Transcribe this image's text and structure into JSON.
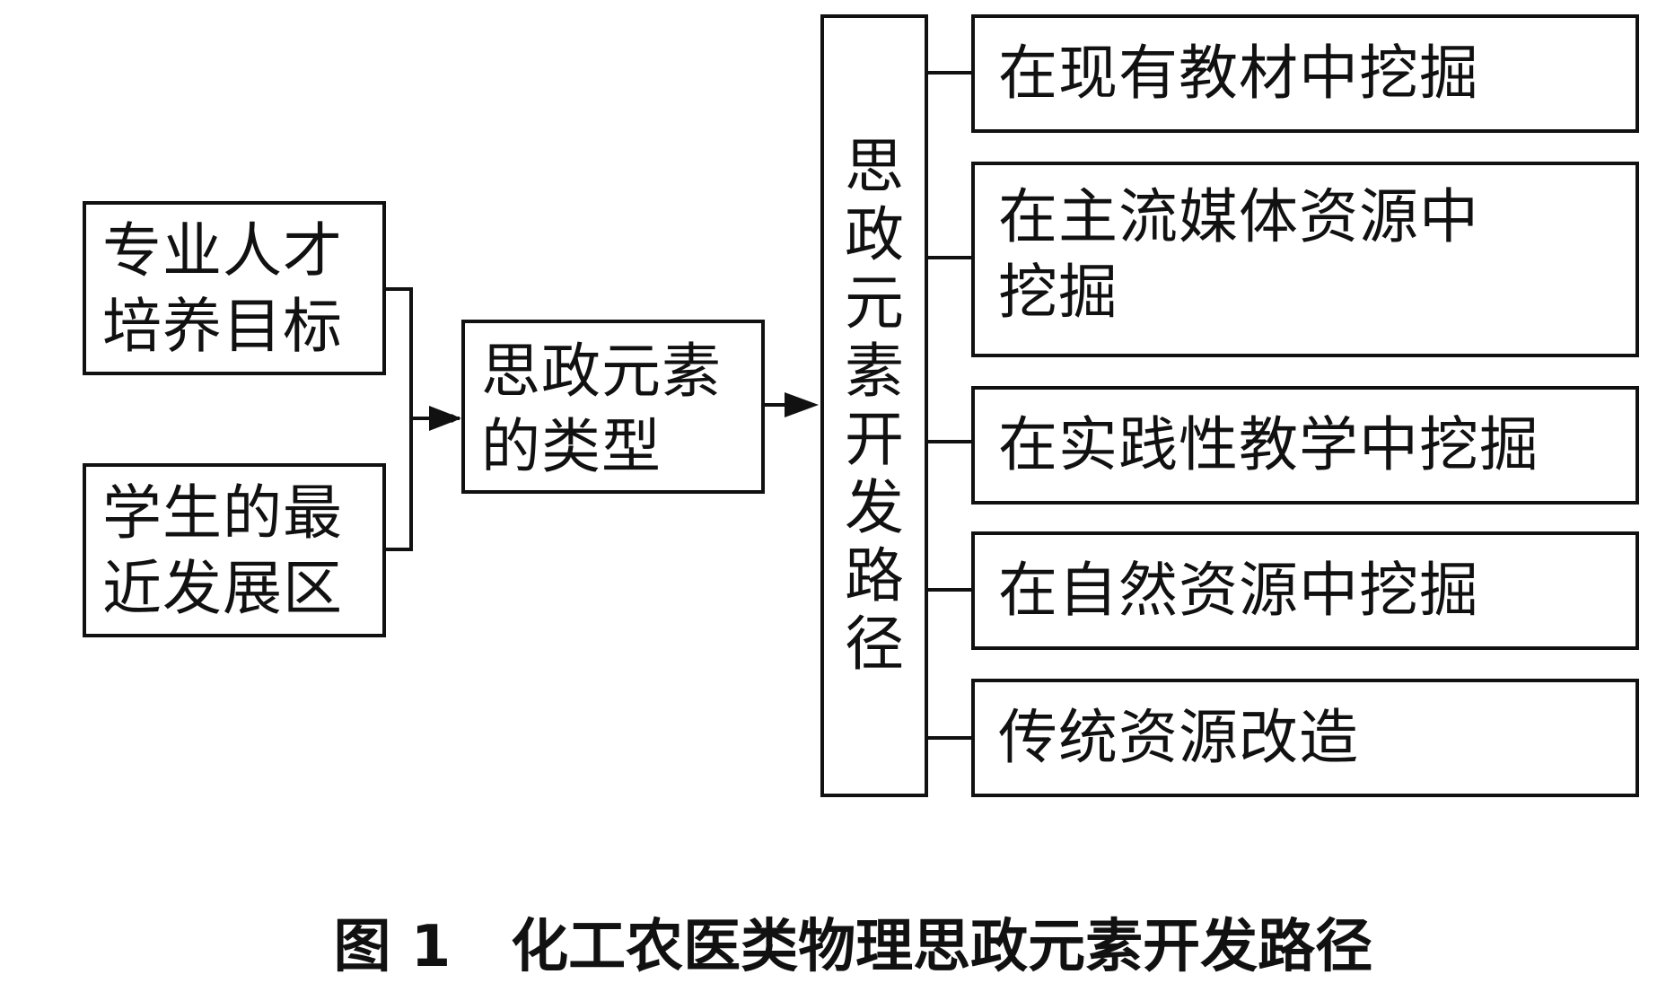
{
  "inputs": [
    {
      "lines": [
        "专业人才",
        "培养目标"
      ]
    },
    {
      "lines": [
        "学生的最",
        "近发展区"
      ]
    }
  ],
  "middle": {
    "lines": [
      "思政元素",
      "的类型"
    ]
  },
  "hub": {
    "text": "思政元素开发路径"
  },
  "paths": [
    {
      "lines": [
        "在现有教材中挖掘"
      ]
    },
    {
      "lines": [
        "在主流媒体资源中",
        "挖掘"
      ]
    },
    {
      "lines": [
        "在实践性教学中挖掘"
      ]
    },
    {
      "lines": [
        "在自然资源中挖掘"
      ]
    },
    {
      "lines": [
        "传统资源改造"
      ]
    }
  ],
  "caption": {
    "number": "图 1",
    "title": "化工农医类物理思政元素开发路径"
  }
}
